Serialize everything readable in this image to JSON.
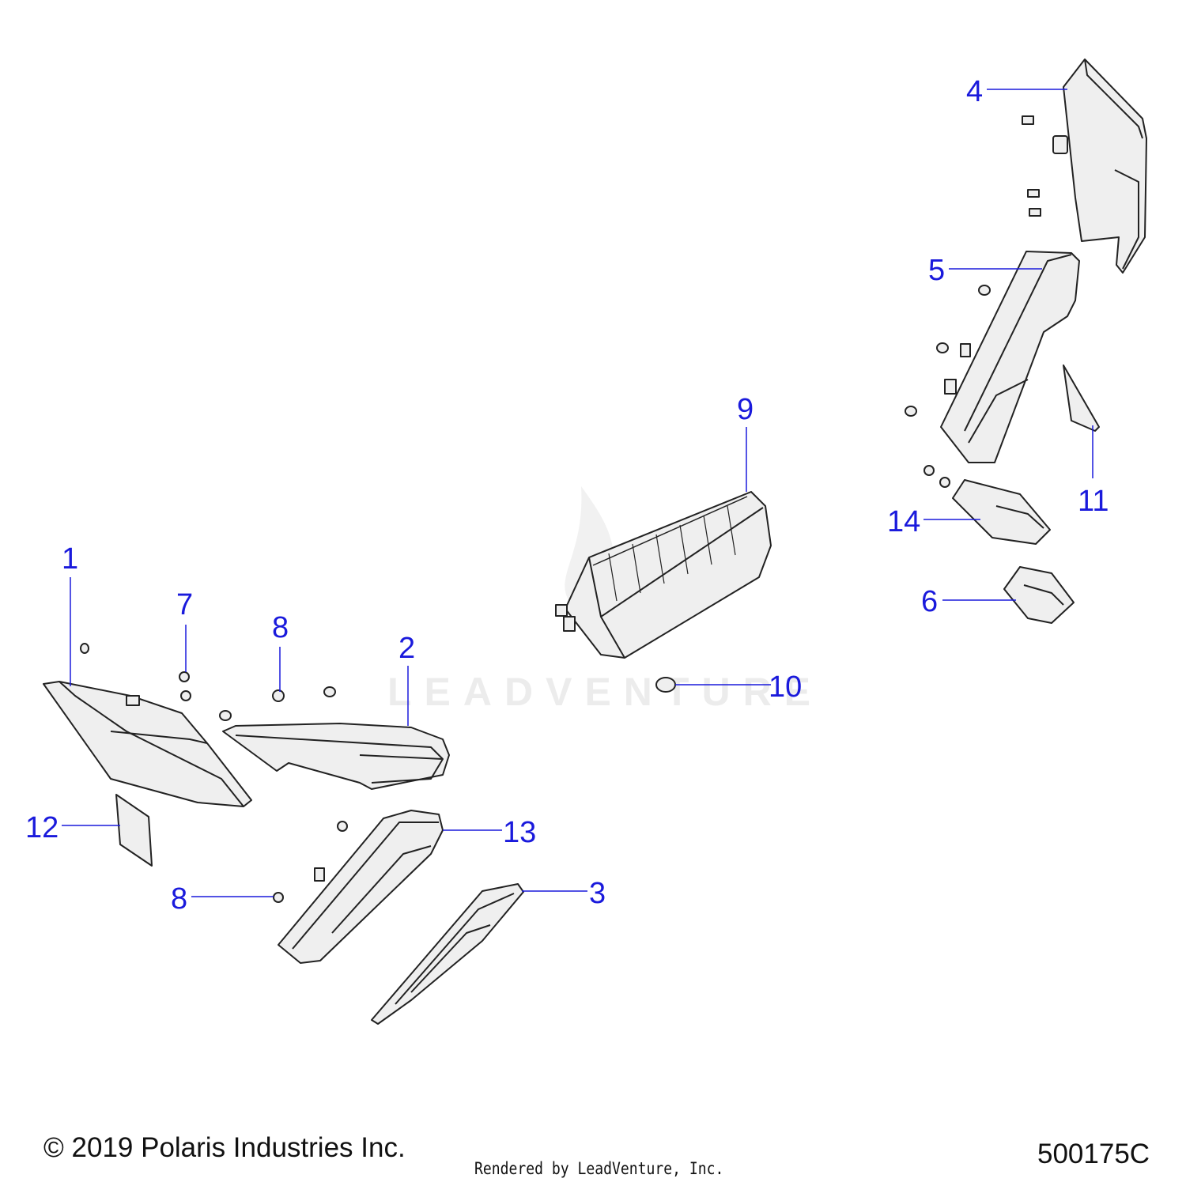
{
  "diagram": {
    "callouts": [
      {
        "id": "c1",
        "label": "1"
      },
      {
        "id": "c2",
        "label": "2"
      },
      {
        "id": "c3",
        "label": "3"
      },
      {
        "id": "c4",
        "label": "4"
      },
      {
        "id": "c5",
        "label": "5"
      },
      {
        "id": "c6",
        "label": "6"
      },
      {
        "id": "c7",
        "label": "7"
      },
      {
        "id": "c8a",
        "label": "8"
      },
      {
        "id": "c8b",
        "label": "8"
      },
      {
        "id": "c9",
        "label": "9"
      },
      {
        "id": "c10",
        "label": "10"
      },
      {
        "id": "c11",
        "label": "11"
      },
      {
        "id": "c12",
        "label": "12"
      },
      {
        "id": "c13",
        "label": "13"
      },
      {
        "id": "c14",
        "label": "14"
      }
    ],
    "watermark": "LEADVENTURE",
    "watermark_logo": "flame-logo-icon",
    "colors": {
      "callout": "#1a1adc",
      "line": "#222222",
      "fill": "#efefef"
    }
  },
  "footer": {
    "copyright": "© 2019 Polaris Industries Inc.",
    "rendered_by": "Rendered by LeadVenture, Inc.",
    "diagram_code": "500175C"
  }
}
